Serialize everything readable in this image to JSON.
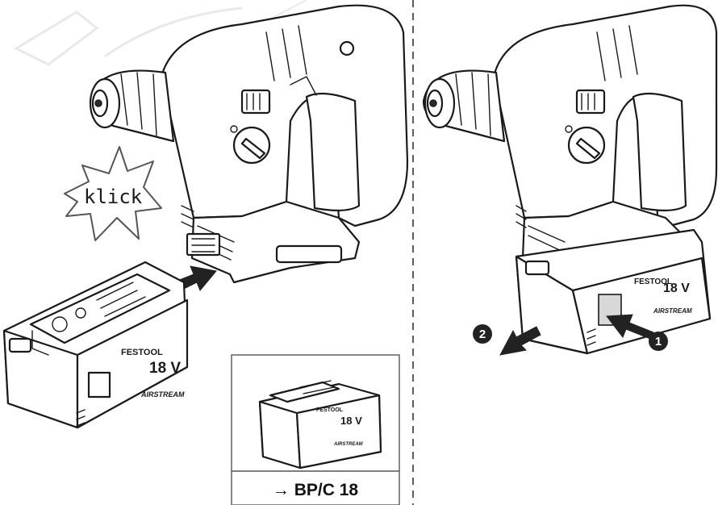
{
  "left_panel": {
    "callout_text": "klick",
    "battery_brand": "FESTOOL",
    "battery_voltage": "18 V",
    "battery_series": "AIRSTREAM"
  },
  "right_panel": {
    "step_1": "1",
    "step_2": "2",
    "battery_brand": "FESTOOL",
    "battery_voltage": "18 V",
    "battery_series": "AIRSTREAM"
  },
  "inset": {
    "battery_brand": "FESTOOL",
    "battery_voltage": "18 V",
    "battery_series": "AIRSTREAM",
    "caption": "→ BP/C 18"
  },
  "colors": {
    "line": "#1a1a1a",
    "fill": "#ffffff",
    "arrow": "#222222",
    "shade": "#d8d8d8"
  }
}
